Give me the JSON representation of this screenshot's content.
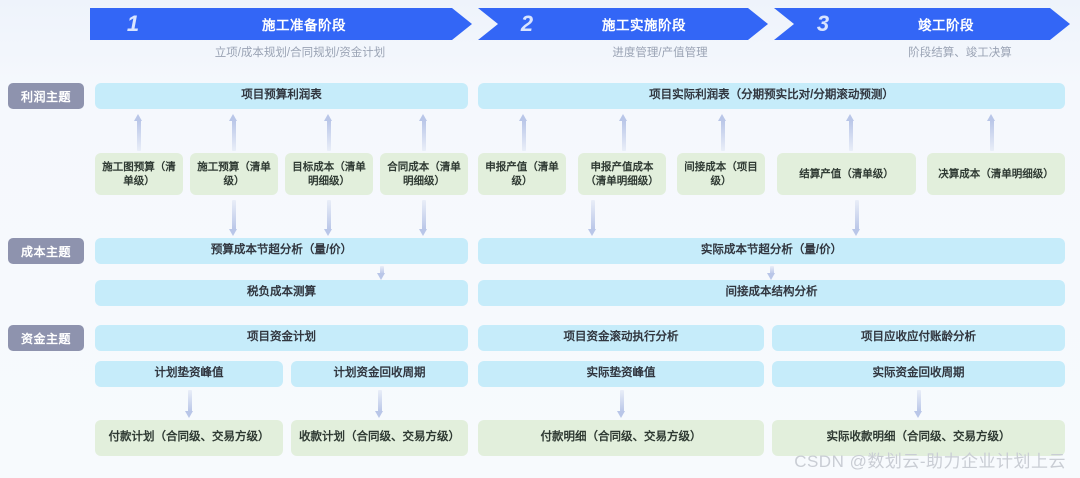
{
  "phases": [
    {
      "number": "1",
      "title": "施工准备阶段",
      "subtitle": "立项/成本规划/合同规划/资金计划"
    },
    {
      "number": "2",
      "title": "施工实施阶段",
      "subtitle": "进度管理/产值管理"
    },
    {
      "number": "3",
      "title": "竣工阶段",
      "subtitle": "阶段结算、竣工决算"
    }
  ],
  "themes": {
    "profit": "利润主题",
    "cost": "成本主题",
    "fund": "资金主题"
  },
  "profit_row": {
    "left_summary": "项目预算利润表",
    "right_summary": "项目实际利润表（分期预实比对/分期滚动预测）",
    "sources": [
      "施工图预算（清单级）",
      "施工预算（清单级）",
      "目标成本（清单明细级）",
      "合同成本（清单明细级）",
      "申报产值（清单级）",
      "申报产值成本（清单明细级）",
      "间接成本（项目级）",
      "结算产值（清单级）",
      "决算成本（清单明细级）"
    ]
  },
  "cost_row": {
    "left_primary": "预算成本节超分析（量/价）",
    "left_secondary": "税负成本测算",
    "right_primary": "实际成本节超分析（量/价）",
    "right_secondary": "间接成本结构分析"
  },
  "fund_row": {
    "headers": [
      "项目资金计划",
      "项目资金滚动执行分析",
      "项目应收应付账龄分析"
    ],
    "metrics": [
      "计划垫资峰值",
      "计划资金回收周期",
      "实际垫资峰值",
      "实际资金回收周期"
    ],
    "details": [
      "付款计划（合同级、交易方级）",
      "收款计划（合同级、交易方级）",
      "付款明细（合同级、交易方级）",
      "实际收款明细（合同级、交易方级）"
    ]
  },
  "watermark": "CSDN @数划云-助力企业计划上云",
  "colors": {
    "phase_blue": "#3366f6",
    "theme_gray": "#8e93ae",
    "box_blue": "#c6ecfa",
    "box_green": "#e2efdc",
    "arrow": "#b9c6e8"
  }
}
